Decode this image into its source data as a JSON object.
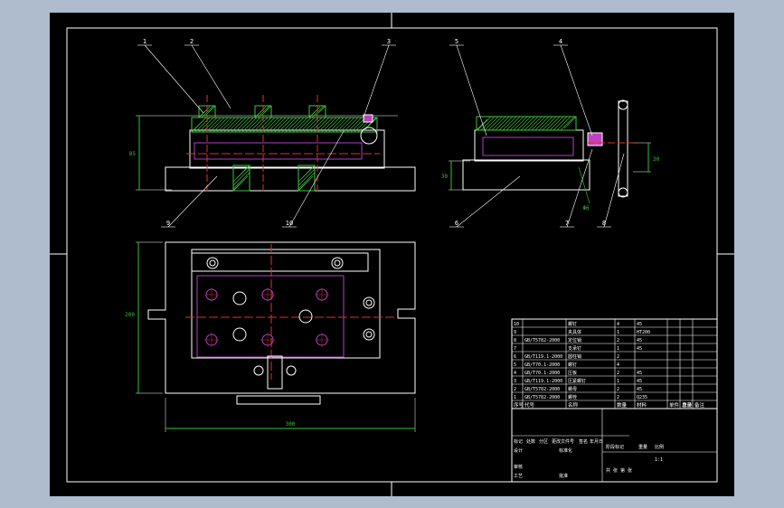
{
  "colors": {
    "backdrop": "#aebccd",
    "sheet": "#000000",
    "outline": "#ffffff",
    "hatch": "#3cc83c",
    "part_fill": "#aaaaaa",
    "center_line": "#e03030",
    "dimension": "#2ec82e",
    "hidden": "#b040c0",
    "leader": "#ffffff",
    "title_text": "#ffffff"
  },
  "balloons": {
    "front_view": [
      "1",
      "2",
      "3",
      "9",
      "10"
    ],
    "side_view": [
      "5",
      "4",
      "6",
      "7",
      "8"
    ]
  },
  "dimensions": {
    "front_height": "85",
    "side_height": "30",
    "side_left": "30",
    "top_width": "300",
    "top_height": "200",
    "side_small": "Φ6"
  },
  "title_block": {
    "bom_header": [
      "序号",
      "代号",
      "名称",
      "数量",
      "材料",
      "单件 重量",
      "总计",
      "备注"
    ],
    "bom_rows": [
      [
        "10",
        "",
        "螺钉",
        "4",
        "45",
        "",
        "",
        ""
      ],
      [
        "9",
        "",
        "夹具体",
        "1",
        "HT200",
        "",
        "",
        ""
      ],
      [
        "8",
        "GB/T5782-2000",
        "定位销",
        "2",
        "45",
        "",
        "",
        ""
      ],
      [
        "7",
        "",
        "支承钉",
        "1",
        "45",
        "",
        "",
        ""
      ],
      [
        "6",
        "GB/T119.1-2000",
        "圆柱销",
        "2",
        "",
        "",
        "",
        ""
      ],
      [
        "5",
        "GB/T70.1-2000",
        "螺钉",
        "4",
        "",
        "",
        "",
        ""
      ],
      [
        "4",
        "GB/T70.1-2000",
        "压板",
        "2",
        "45",
        "",
        "",
        ""
      ],
      [
        "3",
        "GB/T119.1-2000",
        "压紧螺钉",
        "1",
        "45",
        "",
        "",
        ""
      ],
      [
        "2",
        "GB/T5782-2000",
        "螺母",
        "2",
        "45",
        "",
        "",
        ""
      ],
      [
        "1",
        "GB/T5782-2000",
        "螺栓",
        "2",
        "Q235",
        "",
        "",
        ""
      ]
    ],
    "labels": {
      "marks": "标记",
      "count": "处数",
      "zone": "分区",
      "change_no": "更改文件号",
      "sign": "签名",
      "date": "年月日",
      "design": "设计",
      "std": "标准化",
      "stage": "阶段标记",
      "weight": "重量",
      "scale": "比例",
      "scale_value": "1:1",
      "review": "审核",
      "process": "工艺",
      "approve": "批准",
      "sheet": "共 张 第 张"
    }
  }
}
